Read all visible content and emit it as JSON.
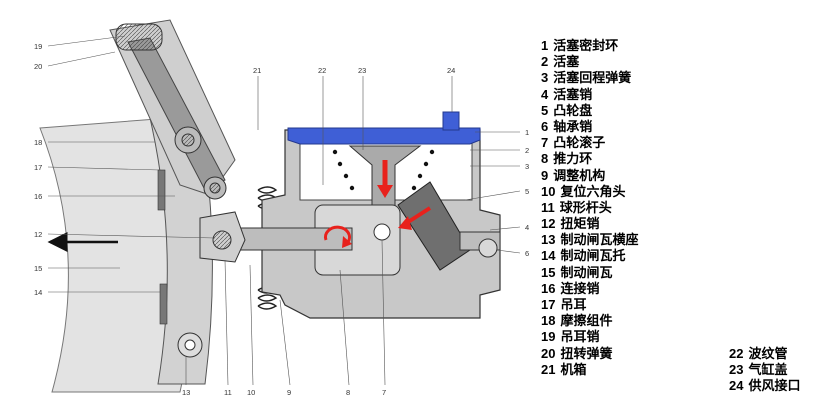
{
  "legend": {
    "items": [
      {
        "num": "1",
        "label": "活塞密封环"
      },
      {
        "num": "2",
        "label": "活塞"
      },
      {
        "num": "3",
        "label": "活塞回程弹簧"
      },
      {
        "num": "4",
        "label": "活塞销"
      },
      {
        "num": "5",
        "label": "凸轮盘"
      },
      {
        "num": "6",
        "label": "轴承销"
      },
      {
        "num": "7",
        "label": "凸轮滚子"
      },
      {
        "num": "8",
        "label": "推力环"
      },
      {
        "num": "9",
        "label": "调整机构"
      },
      {
        "num": "10",
        "label": "复位六角头"
      },
      {
        "num": "11",
        "label": "球形杆头"
      },
      {
        "num": "12",
        "label": "扭矩销"
      },
      {
        "num": "13",
        "label": "制动闸瓦横座"
      },
      {
        "num": "14",
        "label": "制动闸瓦托"
      },
      {
        "num": "15",
        "label": "制动闸瓦"
      },
      {
        "num": "16",
        "label": "连接销"
      },
      {
        "num": "17",
        "label": "吊耳"
      },
      {
        "num": "18",
        "label": "摩擦组件"
      },
      {
        "num": "19",
        "label": "吊耳销"
      },
      {
        "num": "20",
        "label": "扭转弹簧"
      },
      {
        "num": "21",
        "label": "机箱"
      }
    ],
    "items_right": [
      {
        "num": "22",
        "label": "波纹管"
      },
      {
        "num": "23",
        "label": "气缸盖"
      },
      {
        "num": "24",
        "label": "供风接口"
      }
    ]
  },
  "callouts": {
    "top": [
      "21",
      "22",
      "23",
      "24"
    ],
    "left": [
      "19",
      "20",
      "18",
      "17",
      "16",
      "12",
      "15",
      "14"
    ],
    "right": [
      "1",
      "2",
      "3",
      "5",
      "4",
      "6"
    ],
    "bottom": [
      "13",
      "11",
      "10",
      "9",
      "8",
      "7"
    ]
  },
  "colors": {
    "housing": "#c8c8c8",
    "housing_dark": "#8f8f8f",
    "cylinder_cap": "#3f5fd6",
    "arrow": "#e8211c",
    "wheel": "#e3e3e3"
  }
}
